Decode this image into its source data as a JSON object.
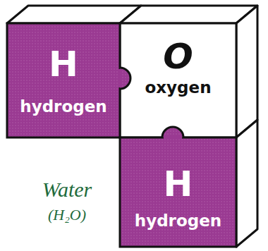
{
  "diagram": {
    "nodes": [
      {
        "text": [
          "H",
          "hydrogen"
        ]
      },
      {
        "text": [
          "O",
          "oxygen"
        ]
      },
      {
        "text": [
          "H",
          "hydrogen"
        ]
      }
    ],
    "labels": [
      "Water",
      "(H₂O)"
    ]
  }
}
